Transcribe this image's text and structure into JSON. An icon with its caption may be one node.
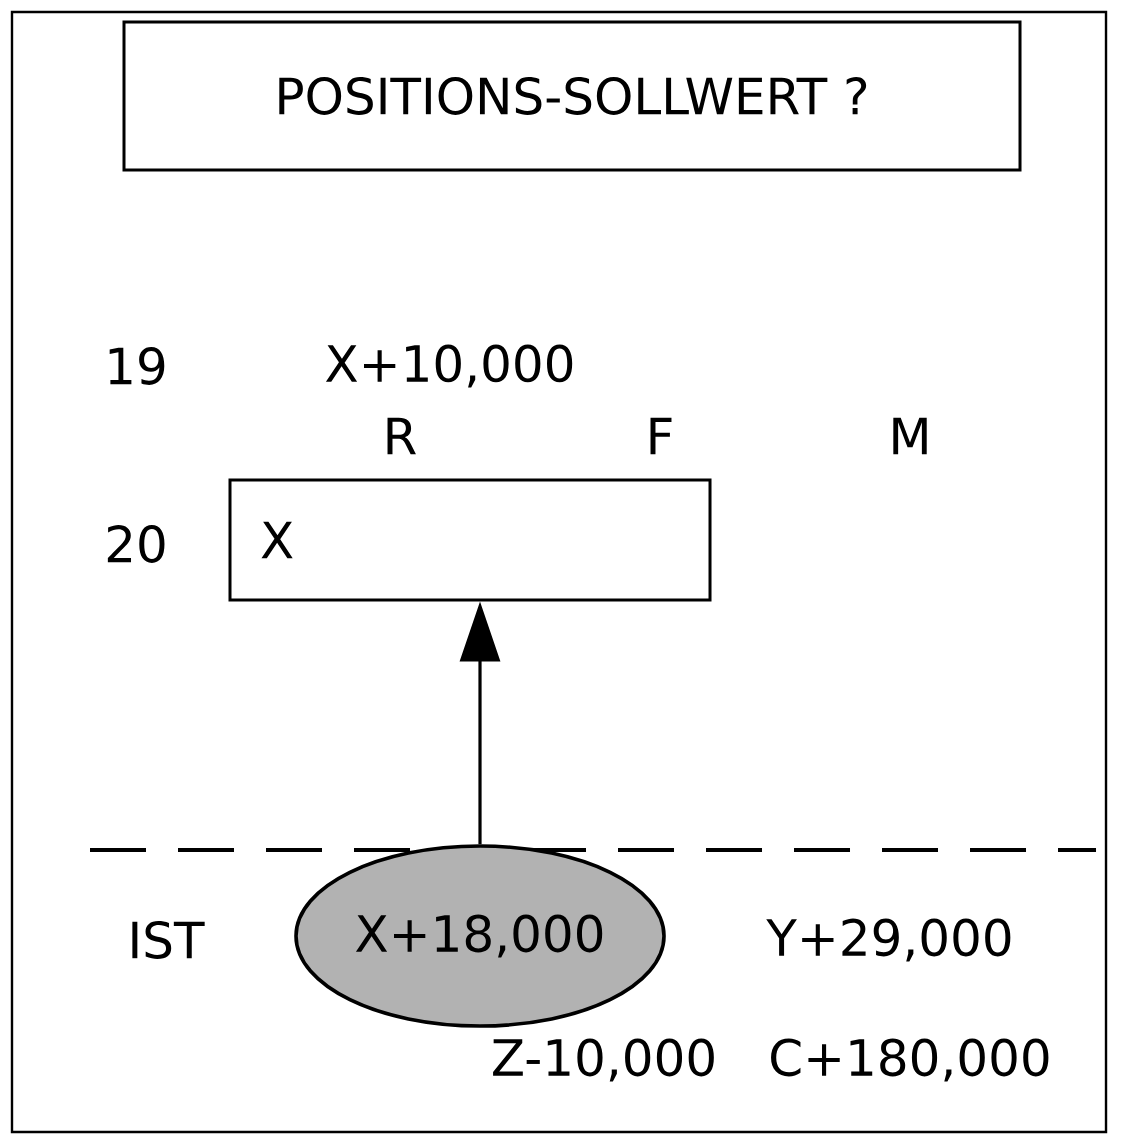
{
  "diagram": {
    "nodes": [
      {
        "text": [
          "POSITIONS-SOLLWERT ?"
        ]
      },
      {
        "text": [
          "X"
        ]
      },
      {
        "text": [
          "X+18,000"
        ]
      }
    ],
    "edges": [
      {
        "from": 2,
        "to": 1,
        "arrow": "to"
      }
    ],
    "labels": [
      "19",
      "X+10,000",
      "R",
      "F",
      "M",
      "20",
      "IST",
      "Y+29,000",
      "Z-10,000",
      "C+180,000"
    ]
  }
}
